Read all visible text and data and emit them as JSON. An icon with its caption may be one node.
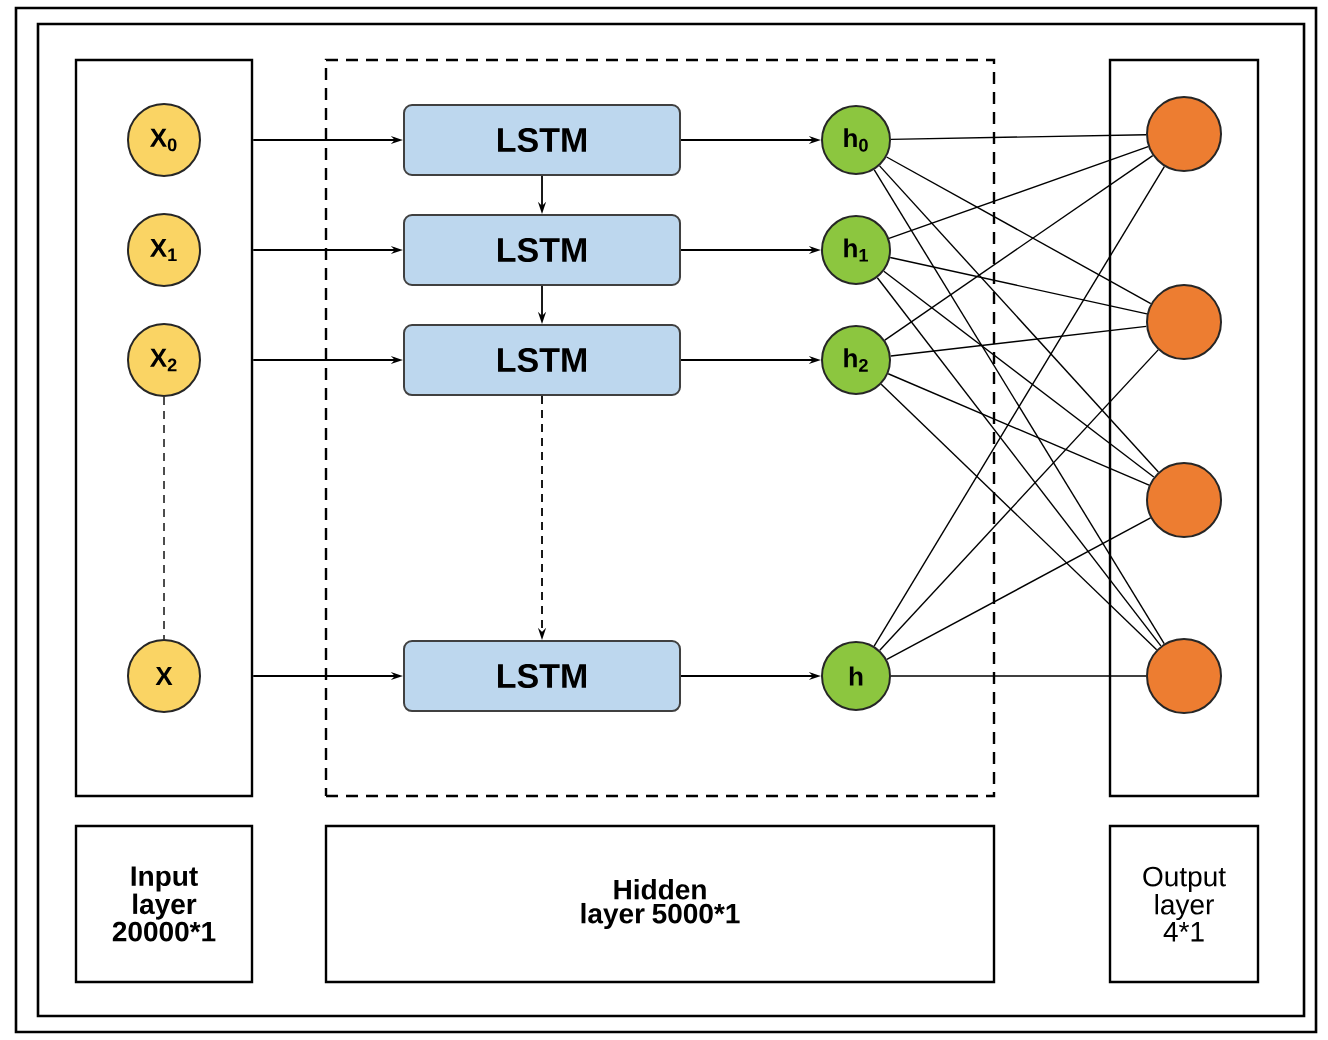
{
  "diagram": {
    "nodes": [
      {
        "text": [],
        "shape": "box"
      },
      {
        "text": [
          "X$_{0}$"
        ],
        "in": 0
      },
      {
        "text": [
          "X$_{1}$"
        ],
        "in": 0
      },
      {
        "text": [
          "X$_{2}$"
        ],
        "in": 0
      },
      {
        "text": [
          "X"
        ],
        "in": 0
      },
      {
        "text": [],
        "shape": "box"
      },
      {
        "text": [
          "LSTM"
        ],
        "in": 5
      },
      {
        "text": [
          "LSTM"
        ],
        "in": 5
      },
      {
        "text": [
          "LSTM"
        ],
        "in": 5
      },
      {
        "text": [
          "LSTM"
        ],
        "in": 5
      },
      {
        "text": [
          "h$_{0}$"
        ],
        "in": 5
      },
      {
        "text": [
          "h$_{1}$"
        ],
        "in": 5
      },
      {
        "text": [
          "h$_{2}$"
        ],
        "in": 5
      },
      {
        "text": [
          "h"
        ],
        "in": 5
      },
      {
        "text": [],
        "shape": "box"
      },
      {
        "text": [],
        "shape": "circle",
        "in": 14
      },
      {
        "text": [],
        "shape": "circle",
        "in": 14
      },
      {
        "text": [],
        "shape": "circle",
        "in": 14
      },
      {
        "text": [],
        "shape": "circle",
        "in": 14
      },
      {
        "text": [
          "Input layer 20000*1"
        ]
      },
      {
        "text": [
          "Hidden layer 5000*1"
        ]
      },
      {
        "text": [
          "Output layer 4*1"
        ]
      }
    ],
    "edges": [
      {
        "from": 0,
        "to": 6,
        "arrow": "to"
      },
      {
        "from": 0,
        "to": 7,
        "arrow": "to"
      },
      {
        "from": 0,
        "to": 8,
        "arrow": "to"
      },
      {
        "from": 0,
        "to": 9,
        "arrow": "to"
      },
      {
        "from": 3,
        "to": 4,
        "arrow": "none",
        "style": "dashed"
      },
      {
        "from": 6,
        "to": 7,
        "arrow": "to"
      },
      {
        "from": 7,
        "to": 8,
        "arrow": "to"
      },
      {
        "from": 8,
        "to": 9,
        "arrow": "to",
        "style": "dashed"
      },
      {
        "from": 6,
        "to": 10,
        "arrow": "to"
      },
      {
        "from": 7,
        "to": 11,
        "arrow": "to"
      },
      {
        "from": 8,
        "to": 12,
        "arrow": "to"
      },
      {
        "from": 9,
        "to": 13,
        "arrow": "to"
      },
      {
        "from": 10,
        "to": 15,
        "arrow": "none"
      },
      {
        "from": 10,
        "to": 16,
        "arrow": "none"
      },
      {
        "from": 10,
        "to": 17,
        "arrow": "none"
      },
      {
        "from": 10,
        "to": 18,
        "arrow": "none"
      },
      {
        "from": 11,
        "to": 15,
        "arrow": "none"
      },
      {
        "from": 11,
        "to": 16,
        "arrow": "none"
      },
      {
        "from": 11,
        "to": 17,
        "arrow": "none"
      },
      {
        "from": 11,
        "to": 18,
        "arrow": "none"
      },
      {
        "from": 12,
        "to": 15,
        "arrow": "none"
      },
      {
        "from": 12,
        "to": 16,
        "arrow": "none"
      },
      {
        "from": 12,
        "to": 17,
        "arrow": "none"
      },
      {
        "from": 12,
        "to": 18,
        "arrow": "none"
      },
      {
        "from": 13,
        "to": 15,
        "arrow": "none"
      },
      {
        "from": 13,
        "to": 16,
        "arrow": "none"
      },
      {
        "from": 13,
        "to": 17,
        "arrow": "none"
      },
      {
        "from": 13,
        "to": 18,
        "arrow": "none"
      }
    ]
  }
}
